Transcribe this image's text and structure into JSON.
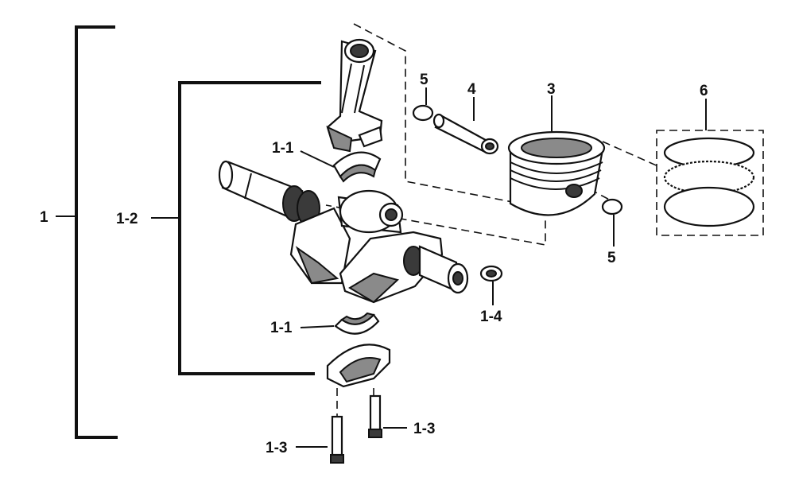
{
  "labels": {
    "assembly": "1",
    "crankshaft_assy": "1-2",
    "bearing_upper": "1-1",
    "bearing_lower": "1-1",
    "bolt_right": "1-3",
    "bolt_left": "1-3",
    "nut": "1-4",
    "piston": "3",
    "piston_pin": "4",
    "clip_top": "5",
    "clip_bottom": "5",
    "piston_rings": "6"
  }
}
